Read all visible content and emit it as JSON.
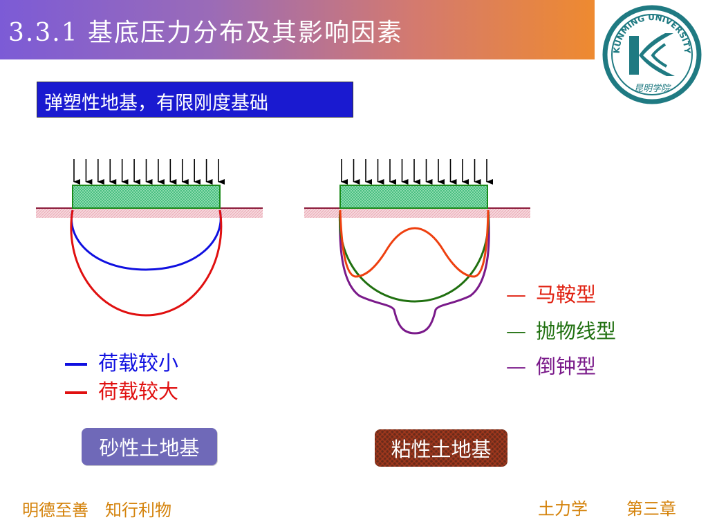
{
  "header": {
    "title": "3.3.1 基底压力分布及其影响因素"
  },
  "logo": {
    "text": "KUNMING UNIVERSITY",
    "seal_text": "昆明学院",
    "icon": "kunming-university-logo-icon"
  },
  "subtitle": "弹塑性地基，有限刚度基础",
  "left_legend": [
    {
      "label": "荷载较小",
      "color": "#1010e0"
    },
    {
      "label": "荷载较大",
      "color": "#e01010"
    }
  ],
  "right_legend": [
    {
      "dash": "—",
      "label": "马鞍型",
      "color": "#e02010"
    },
    {
      "dash": "—",
      "label": "抛物线型",
      "color": "#207010"
    },
    {
      "dash": "—",
      "label": "倒钟型",
      "color": "#7a1a8a"
    }
  ],
  "tags": {
    "sand": "砂性土地基",
    "clay": "粘性土地基"
  },
  "footer": {
    "motto": "明德至善　知行利物",
    "course": "土力学",
    "chapter": "第三章"
  },
  "colors": {
    "footing_fill": "#3cb878",
    "footing_border": "#1a8a1a",
    "ground_line": "#8b1a3a"
  }
}
